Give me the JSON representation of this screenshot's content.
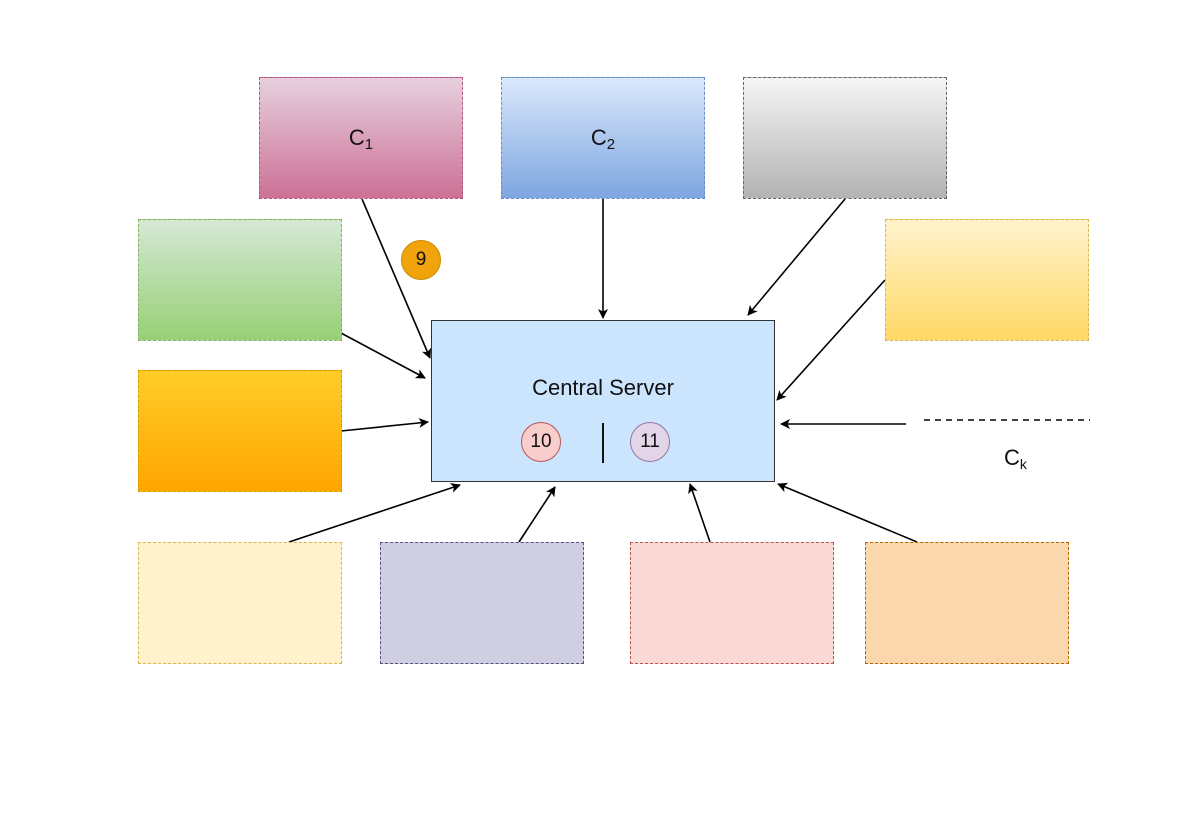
{
  "diagram": {
    "server": {
      "title": "Central Server",
      "fill": "#cce5ff",
      "badges": [
        {
          "label": "10",
          "fill": "#f8cecc"
        },
        {
          "label": "11",
          "fill": "#e1d5e7"
        }
      ]
    },
    "step_badge": {
      "label": "9",
      "fill": "#f0a30a"
    },
    "clients": [
      {
        "id": "pink",
        "label": "C",
        "sub": "1",
        "gradient": [
          "#e6d0de",
          "#cd7096"
        ]
      },
      {
        "id": "blue",
        "label": "C",
        "sub": "2",
        "gradient": [
          "#dae8fc",
          "#7ea6e0"
        ]
      },
      {
        "id": "gray",
        "label": "",
        "sub": "",
        "gradient": [
          "#f5f5f5",
          "#b3b3b3"
        ]
      },
      {
        "id": "green",
        "label": "",
        "sub": "",
        "gradient": [
          "#d5e8d4",
          "#97d077"
        ]
      },
      {
        "id": "yellow",
        "label": "",
        "sub": "",
        "gradient": [
          "#fff2cc",
          "#ffd966"
        ]
      },
      {
        "id": "orange",
        "label": "",
        "sub": "",
        "gradient": [
          "#ffcd28",
          "#ffa500"
        ]
      },
      {
        "id": "cream",
        "label": "",
        "sub": "",
        "fill": "#fff2cc"
      },
      {
        "id": "lav",
        "label": "",
        "sub": "",
        "fill": "#d0cee2"
      },
      {
        "id": "rose",
        "label": "",
        "sub": "",
        "fill": "#fad9d5"
      },
      {
        "id": "peach",
        "label": "",
        "sub": "",
        "fill": "#fad7ac"
      }
    ],
    "ellipsis_client": {
      "label": "C",
      "sub": "k"
    }
  }
}
